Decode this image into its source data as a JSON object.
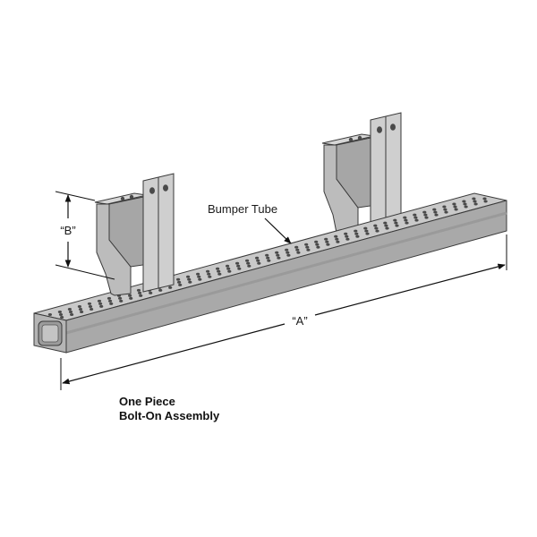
{
  "labels": {
    "bumper_tube": "Bumper Tube",
    "dim_a": "“A”",
    "dim_b": "“B”"
  },
  "caption": {
    "line1": "One Piece",
    "line2": "Bolt-On Assembly"
  },
  "colors": {
    "metal_light": "#c9c9c9",
    "metal_mid": "#aeaeae",
    "metal_dark": "#8c8c8c",
    "hole": "#4a4a4a",
    "outline": "#3a3a3a",
    "dimension_line": "#111111"
  }
}
